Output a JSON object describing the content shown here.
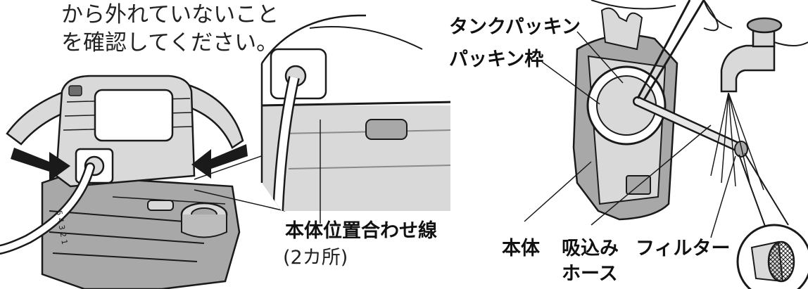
{
  "instruction": {
    "line1": "から外れていないこと",
    "line2": "を確認してください。"
  },
  "labels": {
    "alignment_line": "本体位置合わせ線",
    "alignment_count": "(2カ所)",
    "tank_packing": "タンクパッキン",
    "packing_frame": "パッキン枠",
    "body": "本体",
    "suction_hose_line1": "吸込み",
    "suction_hose_line2": "ホース",
    "filter": "フィルター"
  },
  "colors": {
    "ink": "#1a1a1a",
    "shade_light": "#d9d9d9",
    "shade_mid": "#a8a8a8",
    "shade_dark": "#6e6e6e",
    "background": "#ffffff"
  }
}
